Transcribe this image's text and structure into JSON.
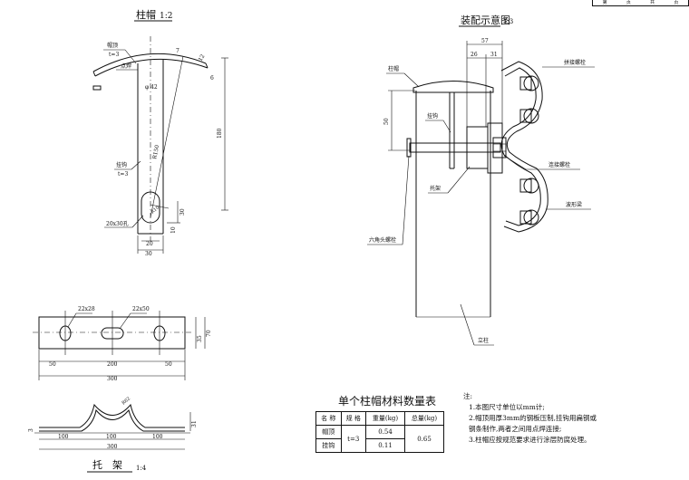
{
  "corner": [
    "第",
    "页",
    "共",
    "页"
  ],
  "cap": {
    "title": "柱帽",
    "scale": "1:2",
    "labels": {
      "cap_top": "帽顶",
      "cap_top_t": "t=3",
      "spot_weld": "点焊",
      "hook": "挂钩",
      "hook_t": "t=3",
      "slot": "20x30孔",
      "phi": "φ 42",
      "r150": "R150",
      "r7": "7",
      "d12": "12",
      "d6": "6",
      "d180": "180",
      "d30v": "30",
      "d10": "10",
      "d20": "20",
      "d30h": "30",
      "r10": "R10"
    }
  },
  "assembly": {
    "title": "装配示意图",
    "scale": "1:3",
    "dims": {
      "d57": "57",
      "d26": "26",
      "d31": "31",
      "d50": "50"
    },
    "labels": {
      "cap": "柱帽",
      "splice_bolt": "拼接螺栓",
      "hook": "挂钩",
      "connect_bolt": "连接螺栓",
      "bracket": "托架",
      "beam": "波形梁",
      "hex_bolt": "六角头螺栓",
      "post": "立柱"
    }
  },
  "bracket": {
    "title": "托　架",
    "scale": "1:4",
    "plan": {
      "hole1": "22x28",
      "hole2": "22x50",
      "d50a": "50",
      "d200": "200",
      "d50b": "50",
      "d300": "300",
      "d35": "35",
      "d70": "70"
    },
    "side": {
      "r": "R62",
      "d100a": "100",
      "d100b": "100",
      "d100c": "100",
      "d300": "300",
      "d3": "3",
      "d31": "31"
    }
  },
  "table": {
    "title": "单个柱帽材料数量表",
    "headers": [
      "名 称",
      "规 格",
      "重量(kg)",
      "总量(kg)"
    ],
    "rows": [
      {
        "name": "帽顶",
        "spec": "t=3",
        "weight": "0.54",
        "total": "0.65"
      },
      {
        "name": "挂钩",
        "weight": "0.11"
      }
    ]
  },
  "notes": {
    "head": "注:",
    "lines": [
      "1.本图尺寸单位以mm计;",
      "2.帽顶用厚3mm的钢板压制,挂钩用扁钢或",
      "  钢条制作,两者之间用点焊连接;",
      "3.柱帽应按规范要求进行涂层防腐处理。"
    ]
  }
}
